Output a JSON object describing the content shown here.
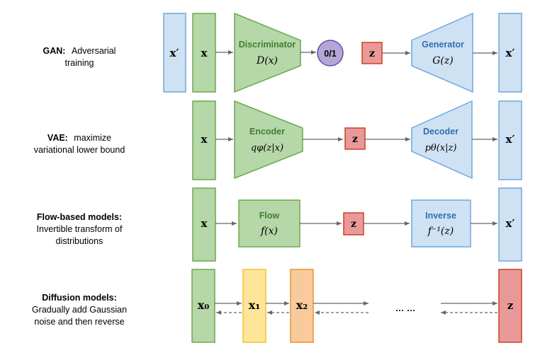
{
  "colors": {
    "green_fill": "#b6d7a8",
    "green_stroke": "#6aa84f",
    "blue_fill": "#cfe2f3",
    "blue_stroke": "#6fa8dc",
    "red_fill": "#ea9999",
    "red_stroke": "#cc4125",
    "yellow_fill": "#ffe599",
    "yellow_stroke": "#f1c232",
    "orange_fill": "#f9cb9c",
    "orange_stroke": "#e69138",
    "purple_fill": "#b4a7d6",
    "purple_stroke": "#674ea7"
  },
  "rows": {
    "gan": {
      "title": "GAN:",
      "desc_line1": "Adversarial",
      "desc_line2": "training",
      "x_prime_left": "x′",
      "x": "x",
      "disc_title": "Discriminator",
      "disc_fn": "D(x)",
      "output": "0/1",
      "z": "z",
      "gen_title": "Generator",
      "gen_fn": "G(z)",
      "x_prime_right": "x′"
    },
    "vae": {
      "title": "VAE:",
      "desc_line1": "maximize",
      "desc_line2": "variational lower bound",
      "x": "x",
      "enc_title": "Encoder",
      "enc_fn": "qφ(z|x)",
      "z": "z",
      "dec_title": "Decoder",
      "dec_fn": "pθ(x|z)",
      "x_prime": "x′"
    },
    "flow": {
      "title": "Flow-based models:",
      "desc_line1": "Invertible transform of",
      "desc_line2": "distributions",
      "x": "x",
      "flow_title": "Flow",
      "flow_fn": "f(x)",
      "z": "z",
      "inv_title": "Inverse",
      "inv_fn": "f⁻¹(z)",
      "x_prime": "x′"
    },
    "diffusion": {
      "title": "Diffusion models:",
      "desc_line1": "Gradually add Gaussian",
      "desc_line2": "noise and then reverse",
      "x0": "x₀",
      "x1": "x₁",
      "x2": "x₂",
      "ellipsis": "… …",
      "z": "z"
    }
  }
}
